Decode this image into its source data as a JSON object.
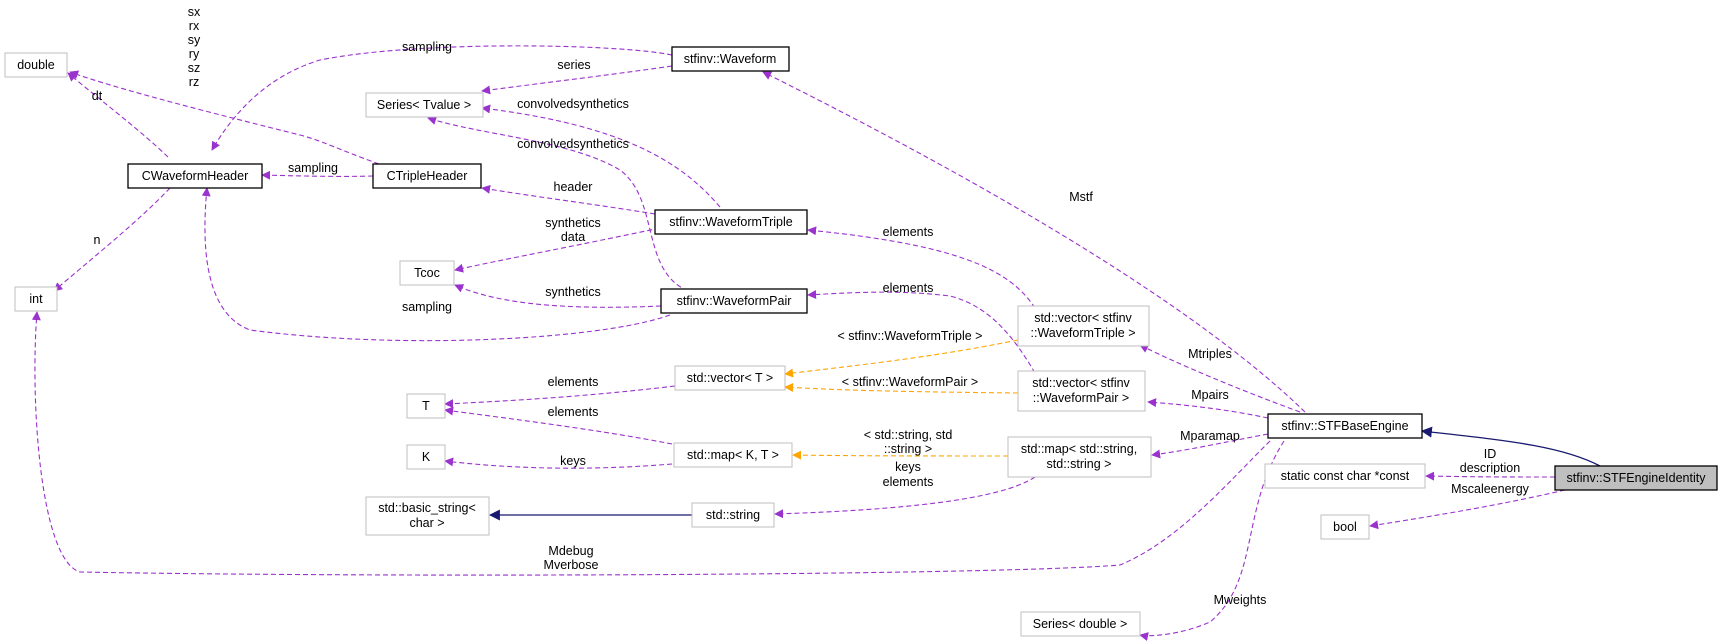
{
  "nodes": {
    "double": "double",
    "series_tvalue": "Series< Tvalue >",
    "waveform": "stfinv::Waveform",
    "cwaveformheader": "CWaveformHeader",
    "ctripleheader": "CTripleHeader",
    "waveformtriple": "stfinv::WaveformTriple",
    "int": "int",
    "tcoc": "Tcoc",
    "waveformpair": "stfinv::WaveformPair",
    "vector_triple_l1": "std::vector< stfinv",
    "vector_triple_l2": "::WaveformTriple >",
    "vector_t": "std::vector< T >",
    "t": "T",
    "vector_pair_l1": "std::vector< stfinv",
    "vector_pair_l2": "::WaveformPair >",
    "stfbaseengine": "stfinv::STFBaseEngine",
    "k": "K",
    "map_kt": "std::map< K, T >",
    "map_string_l1": "std::map< std::string,",
    "map_string_l2": "std::string >",
    "static_char": "static const char *const",
    "stfengineidentity": "stfinv::STFEngineIdentity",
    "basic_string_l1": "std::basic_string<",
    "basic_string_l2": "char >",
    "std_string": "std::string",
    "bool": "bool",
    "series_double": "Series< double >"
  },
  "labels": {
    "sx": "sx",
    "rx": "rx",
    "sy": "sy",
    "ry": "ry",
    "sz": "sz",
    "rz": "rz",
    "sampling_top": "sampling",
    "series": "series",
    "dt": "dt",
    "convolved1": "convolvedsynthetics",
    "convolved2": "convolvedsynthetics",
    "sampling_mid": "sampling",
    "header": "header",
    "mstf": "Mstf",
    "n": "n",
    "synthetics1": "synthetics",
    "data": "data",
    "elements_triple": "elements",
    "synthetics2": "synthetics",
    "elements_pair": "elements",
    "sampling_bottom": "sampling",
    "tmpl_triple": "< stfinv::WaveformTriple >",
    "mtriples": "Mtriples",
    "elements_vector": "elements",
    "tmpl_pair": "< stfinv::WaveformPair >",
    "mpairs": "Mpairs",
    "elements_map": "elements",
    "mparamap": "Mparamap",
    "tmpl_str_l1": "< std::string, std",
    "tmpl_str_l2": "::string >",
    "keys1": "keys",
    "keys2": "keys",
    "elements_str": "elements",
    "id": "ID",
    "description": "description",
    "mscaleenergy": "Mscaleenergy",
    "mdebug": "Mdebug",
    "mverbose": "Mverbose",
    "mweights": "Mweights"
  },
  "colors": {
    "usage_edge": "#9a32cd",
    "template_edge": "#ffa500",
    "inheritance_edge": "#191970",
    "node_border_grey": "#bfbfbf",
    "node_border_black": "#000000",
    "focus_fill": "#bfbfbf"
  }
}
